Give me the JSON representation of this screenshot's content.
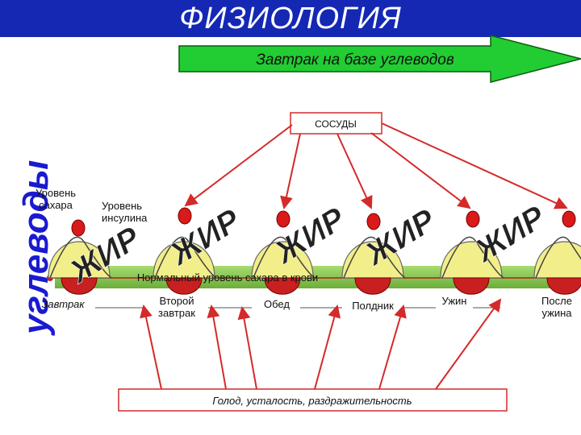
{
  "header": {
    "title": "ФИЗИОЛОГИЯ"
  },
  "sidebar": {
    "word": "углеводы"
  },
  "banner": {
    "text": "Завтрак на базе углеводов",
    "color": "#22cc33"
  },
  "vessels": {
    "label": "СОСУДЫ"
  },
  "levels": {
    "sugar": "Уровень сахара",
    "insulin": "Уровень инсулина"
  },
  "fat_word": "ЖИР",
  "normal_band": {
    "label": "Нормальный уровень сахара в крови"
  },
  "meals": [
    {
      "label": "Завтрак"
    },
    {
      "label": "Второй завтрак"
    },
    {
      "label": "Обед"
    },
    {
      "label": "Полдник"
    },
    {
      "label": "Ужин"
    },
    {
      "label": "После ужина"
    }
  ],
  "symptoms": {
    "text": "Голод, усталость, раздражительность"
  },
  "colors": {
    "accent_blue": "#1428b4",
    "arrow_red": "#d42a2a",
    "sugar_yellow": "#f2ee8a",
    "band_green": "#8fcc55"
  }
}
